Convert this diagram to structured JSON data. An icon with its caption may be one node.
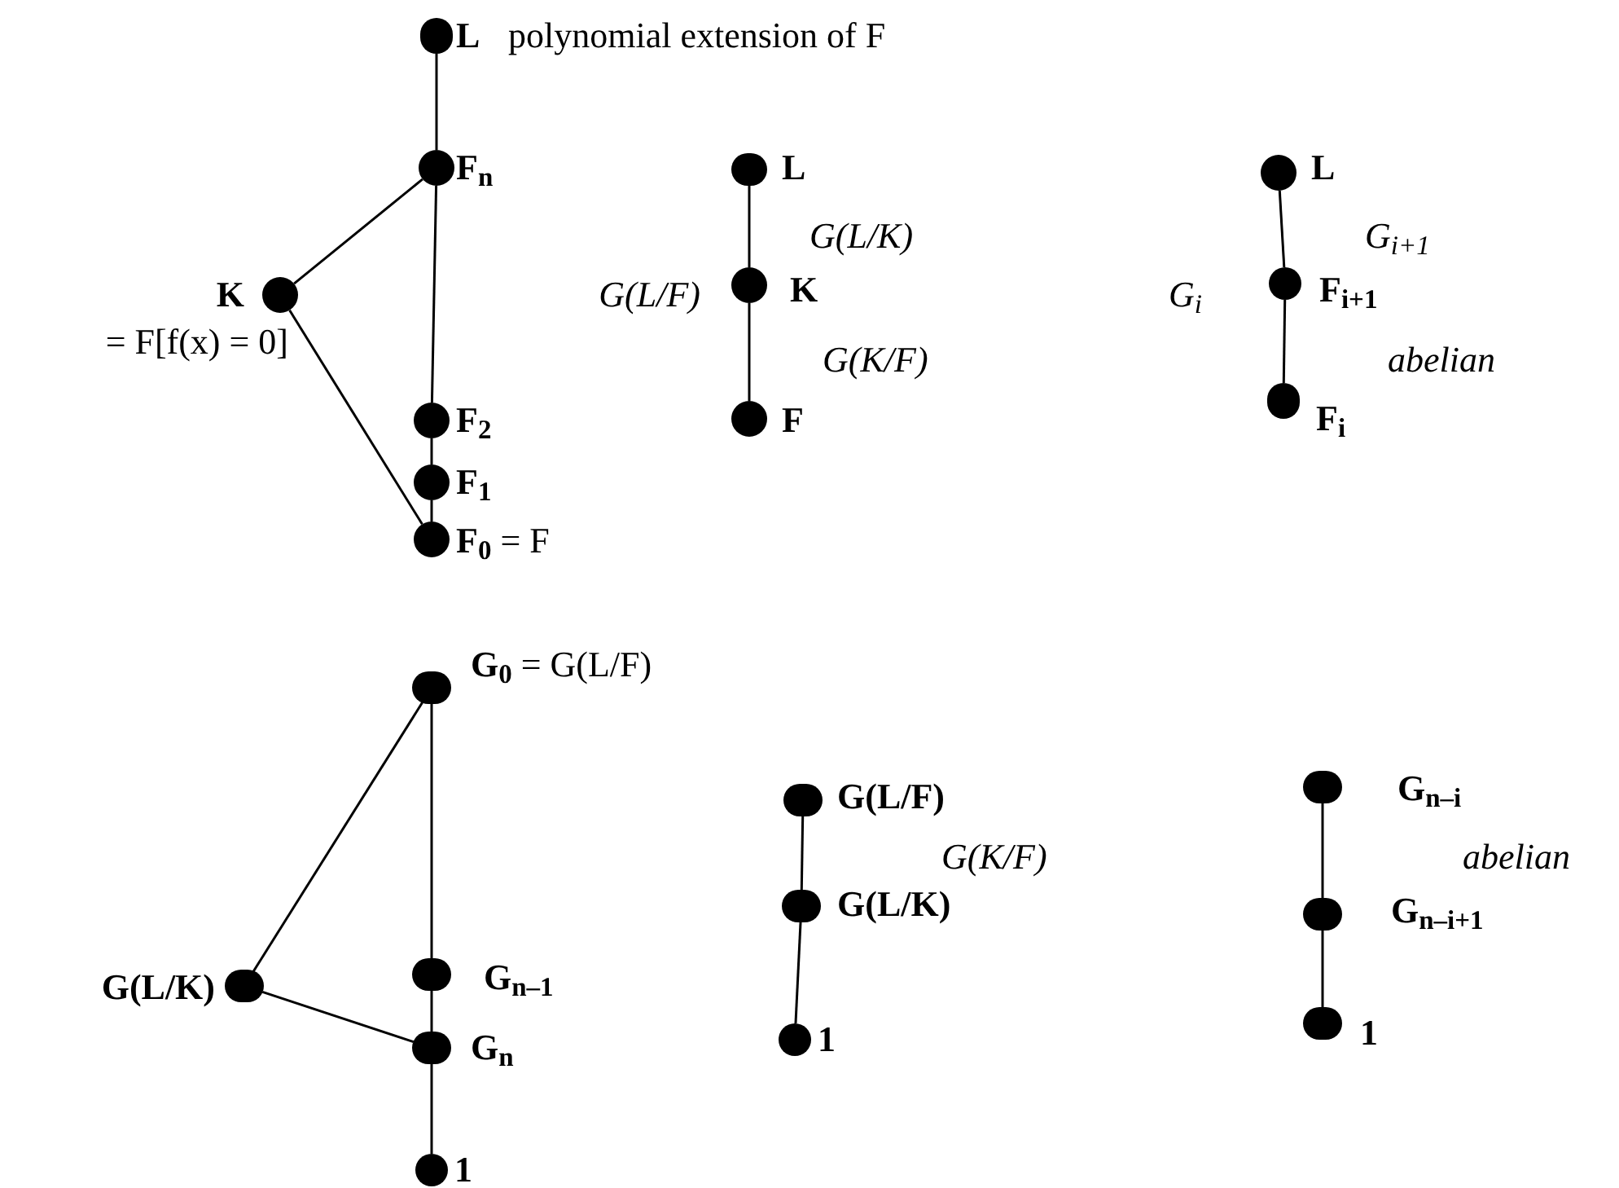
{
  "diagram": {
    "nodes": [
      {
        "text": [],
        "shape": "circle",
        "beside": [
          "L",
          "polynomial extension of F"
        ]
      },
      {
        "text": [],
        "shape": "circle",
        "beside": [
          "F$_{n}$"
        ]
      },
      {
        "text": [],
        "shape": "circle",
        "beside": [
          "K",
          "= F[f(x) = 0]"
        ]
      },
      {
        "text": [],
        "shape": "circle",
        "beside": [
          "F$_{2}$"
        ]
      },
      {
        "text": [],
        "shape": "circle",
        "beside": [
          "F$_{1}$"
        ]
      },
      {
        "text": [],
        "shape": "circle",
        "beside": [
          "**F$_{0}$** = F"
        ]
      },
      {
        "text": [],
        "shape": "circle",
        "beside": [
          "L"
        ]
      },
      {
        "text": [],
        "shape": "circle",
        "beside": [
          "K"
        ]
      },
      {
        "text": [],
        "shape": "circle",
        "beside": [
          "F"
        ]
      },
      {
        "text": [],
        "shape": "circle",
        "beside": [
          "L"
        ]
      },
      {
        "text": [],
        "shape": "circle",
        "beside": [
          "F$_{i+1}$"
        ]
      },
      {
        "text": [],
        "shape": "circle",
        "beside": [
          "F$_{i}$"
        ]
      },
      {
        "text": [],
        "shape": "circle",
        "beside": [
          "**G$_{0}$** = G(L/F)"
        ]
      },
      {
        "text": [],
        "shape": "circle",
        "beside": [
          "G(L/K)"
        ]
      },
      {
        "text": [],
        "shape": "circle",
        "beside": [
          "G$_{n–1}$"
        ]
      },
      {
        "text": [],
        "shape": "circle",
        "beside": [
          "G$_{n}$"
        ]
      },
      {
        "text": [],
        "shape": "circle",
        "beside": [
          "1"
        ]
      },
      {
        "text": [],
        "shape": "circle",
        "beside": [
          "G(L/F)"
        ]
      },
      {
        "text": [],
        "shape": "circle",
        "beside": [
          "G(L/K)"
        ]
      },
      {
        "text": [],
        "shape": "circle",
        "beside": [
          "1"
        ]
      },
      {
        "text": [],
        "shape": "circle",
        "beside": [
          "G$_{n–i}$"
        ]
      },
      {
        "text": [],
        "shape": "circle",
        "beside": [
          "G$_{n–i+1}$"
        ]
      },
      {
        "text": [],
        "shape": "circle",
        "beside": [
          "1"
        ]
      }
    ],
    "edges": [
      {
        "from": 0,
        "to": 1,
        "arrow": "none"
      },
      {
        "from": 1,
        "to": 3,
        "arrow": "none"
      },
      {
        "from": 3,
        "to": 4,
        "arrow": "none"
      },
      {
        "from": 4,
        "to": 5,
        "arrow": "none"
      },
      {
        "from": 1,
        "to": 2,
        "arrow": "none"
      },
      {
        "from": 2,
        "to": 5,
        "arrow": "none"
      },
      {
        "from": 6,
        "to": 7,
        "arrow": "none"
      },
      {
        "from": 7,
        "to": 8,
        "arrow": "none"
      },
      {
        "from": 9,
        "to": 10,
        "arrow": "none"
      },
      {
        "from": 10,
        "to": 11,
        "arrow": "none"
      },
      {
        "from": 12,
        "to": 13,
        "arrow": "none"
      },
      {
        "from": 12,
        "to": 14,
        "arrow": "none"
      },
      {
        "from": 14,
        "to": 15,
        "arrow": "none"
      },
      {
        "from": 13,
        "to": 15,
        "arrow": "none"
      },
      {
        "from": 15,
        "to": 16,
        "arrow": "none"
      },
      {
        "from": 17,
        "to": 18,
        "arrow": "none"
      },
      {
        "from": 18,
        "to": 19,
        "arrow": "none"
      },
      {
        "from": 20,
        "to": 21,
        "arrow": "none"
      },
      {
        "from": 21,
        "to": 22,
        "arrow": "none"
      }
    ],
    "labels": [
      "G(L/K)",
      "G(L/F)",
      "G(K/F)",
      "G$_{i+1}$",
      "G$_{i}$",
      "abelian",
      "G(K/F)",
      "abelian"
    ]
  }
}
